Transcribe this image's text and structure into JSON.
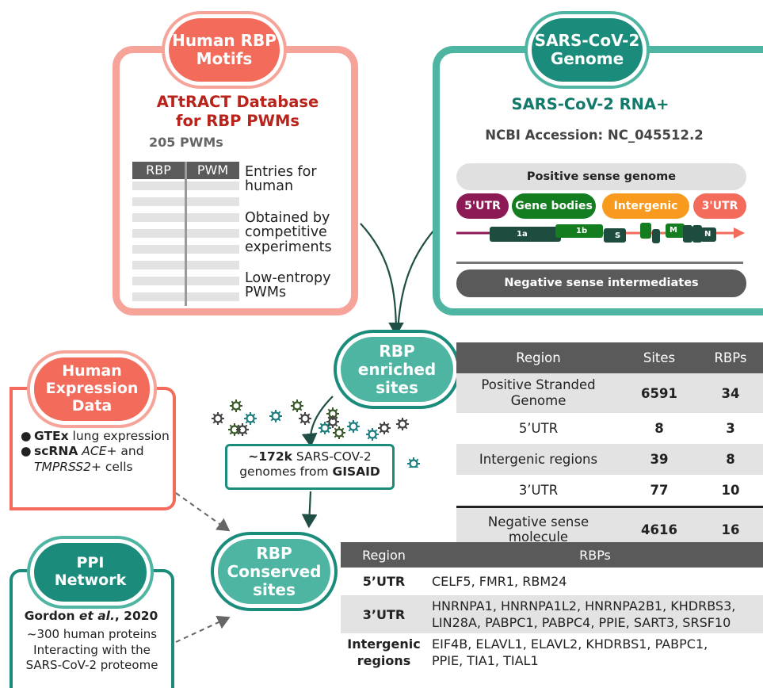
{
  "rbp_motifs": {
    "title": "Human RBP\nMotifs",
    "database": "ATtRACT Database\nfor RBP PWMs",
    "pwm_count": "205 PWMs",
    "table_headers": [
      "RBP",
      "PWM"
    ],
    "notes": [
      "Entries for\nhuman",
      "Obtained by\ncompetitive\nexperiments",
      "Low-entropy\nPWMs"
    ]
  },
  "genome": {
    "title": "SARS-CoV-2\nGenome",
    "subtitle": "SARS-CoV-2 RNA+",
    "accession": "NCBI Accession: NC_045512.2",
    "positive_label": "Positive sense genome",
    "regions": [
      "5'UTR",
      "Gene bodies",
      "Intergenic",
      "3'UTR"
    ],
    "genes": [
      "1a",
      "1b",
      "S",
      "M",
      "N"
    ],
    "negative_label": "Negative sense intermediates"
  },
  "expression": {
    "title": "Human\nExpression\nData",
    "bullet1_bold": "GTEx",
    "bullet1_rest": " lung expression",
    "bullet2_bold": "scRNA",
    "bullet2_italic1": "ACE+",
    "bullet2_mid": " and ",
    "bullet2_italic2": "TMPRSS2+",
    "bullet2_rest": " cells"
  },
  "ppi": {
    "title": "PPI\nNetwork",
    "citation_bold": "Gordon ",
    "citation_italic": "et al.",
    "citation_rest": ", 2020",
    "desc": "~300 human proteins\nInteracting with the\nSARS-CoV-2 proteome"
  },
  "enriched": {
    "title": "RBP\nenriched\nsites"
  },
  "genomes_box": {
    "count": "~172k",
    "mid": " SARS-COV-2 genomes from ",
    "source": "GISAID"
  },
  "conserved": {
    "title": "RBP\nConserved\nsites"
  },
  "sites_table": {
    "headers": [
      "Region",
      "Sites",
      "RBPs"
    ],
    "rows": [
      {
        "region": "Positive Stranded\nGenome",
        "sites": "6591",
        "rbps": "34"
      },
      {
        "region": "5’UTR",
        "sites": "8",
        "rbps": "3"
      },
      {
        "region": "Intergenic regions",
        "sites": "39",
        "rbps": "8"
      },
      {
        "region": "3’UTR",
        "sites": "77",
        "rbps": "10"
      },
      {
        "region": "Negative sense molecule",
        "sites": "4616",
        "rbps": "16"
      }
    ]
  },
  "rbp_table": {
    "headers": [
      "Region",
      "RBPs"
    ],
    "rows": [
      {
        "region": "5’UTR",
        "rbps": "CELF5, FMR1, RBM24"
      },
      {
        "region": "3’UTR",
        "rbps": "HNRNPA1, HNRNPA1L2, HNRNPA2B1, KHDRBS3, LIN28A, PABPC1, PABPC4, PPIE, SART3, SRSF10"
      },
      {
        "region": "Intergenic\nregions",
        "rbps": "EIF4B, ELAVL1, ELAVL2, KHDRBS1, PABPC1, PPIE, TIA1, TIAL1"
      }
    ]
  },
  "colors": {
    "salmon": "#f26b5b",
    "salmon_light": "#f6a49a",
    "dark_red": "#b8231b",
    "teal": "#1b8c7c",
    "teal_light": "#4fb5a3",
    "teal_dark": "#127a6a",
    "maroon": "#8c1a55",
    "green": "#137d20",
    "orange": "#f79a1e",
    "gray": "#5a5a5a"
  }
}
